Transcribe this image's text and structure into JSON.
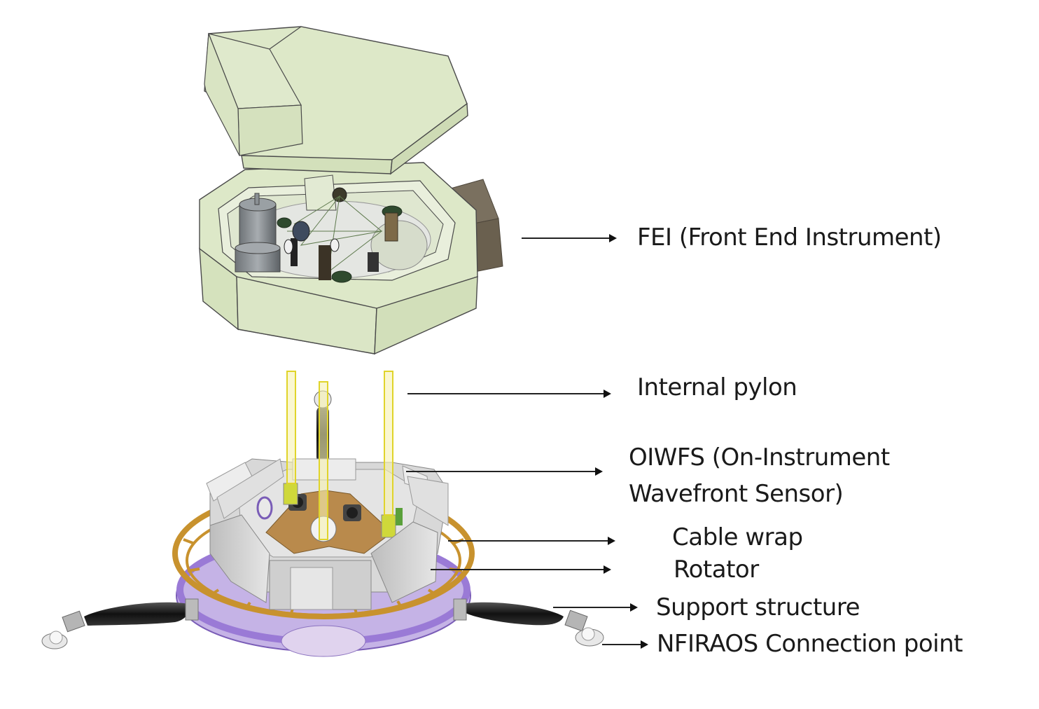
{
  "figure": {
    "colors": {
      "housing_green": "#dfe9cc",
      "housing_green_dark": "#ccd9b4",
      "housing_outline": "#4a4a4a",
      "electronics_box": "#6f6556",
      "pylon_yellow": "#e8e25a",
      "cable_wrap_orange": "#c8922e",
      "rotator_purple": "#9a7ad6",
      "rotator_pink": "#c67ad8",
      "panel_gray": "#d6d6d6",
      "plate_brown": "#b98a4c",
      "strut_black": "#2a2a2a"
    }
  },
  "labels": [
    {
      "id": "fei",
      "text": "FEI (Front End Instrument)"
    },
    {
      "id": "pylon",
      "text": "Internal pylon"
    },
    {
      "id": "oiwfs_line1",
      "text": "OIWFS (On-Instrument"
    },
    {
      "id": "oiwfs_line2",
      "text": "Wavefront Sensor)"
    },
    {
      "id": "cable_wrap",
      "text": "Cable wrap"
    },
    {
      "id": "rotator",
      "text": "Rotator"
    },
    {
      "id": "support",
      "text": "Support structure"
    },
    {
      "id": "nfiraos",
      "text": "NFIRAOS Connection point"
    }
  ]
}
